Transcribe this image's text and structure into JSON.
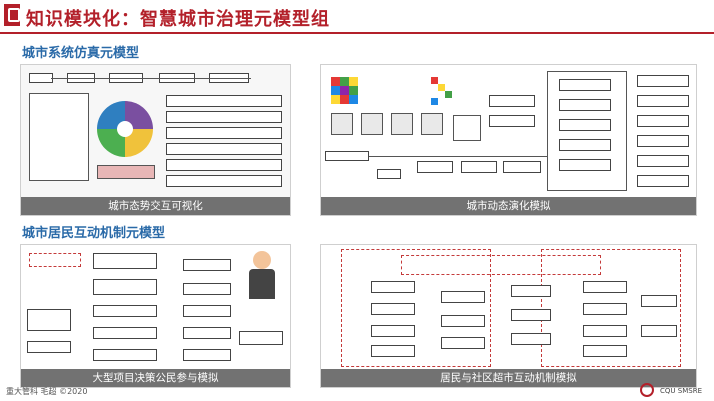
{
  "header": {
    "title": "知识模块化：智慧城市治理元模型组"
  },
  "sections": {
    "top": "城市系统仿真元模型",
    "bottom": "城市居民互动机制元模型"
  },
  "panels": {
    "top_left": "城市态势交互可视化",
    "top_right": "城市动态演化模拟",
    "bottom_left": "大型项目决策公民参与模拟",
    "bottom_right": "居民与社区超市互动机制模拟"
  },
  "footer": {
    "credit": "重大管科 毛超 ©2020",
    "brand": "CQU SMSRE"
  },
  "colors": {
    "accent": "#b3202a",
    "section": "#2a6aa8"
  }
}
